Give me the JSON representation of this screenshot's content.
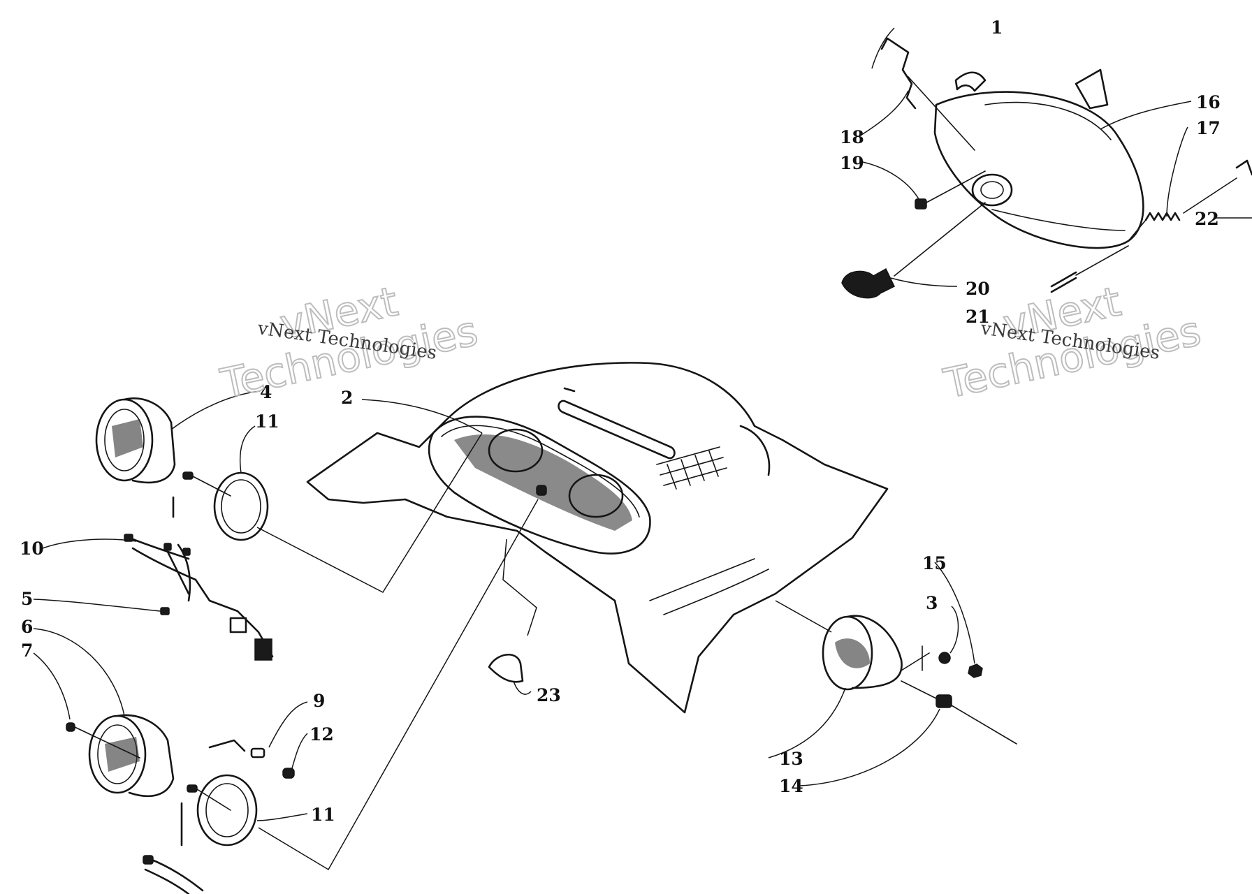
{
  "part_labels": [
    "1",
    "2",
    "3",
    "4",
    "5",
    "6",
    "7",
    "9",
    "10",
    "11",
    "11",
    "12",
    "13",
    "14",
    "15",
    "16",
    "17",
    "18",
    "19",
    "20",
    "21",
    "22",
    "23"
  ],
  "watermark": {
    "line_large_1": "vNext",
    "line_large_2": "Technologies",
    "line_small": "vNext Technologies"
  },
  "colors": {
    "ink": "#151515",
    "watermark": "#bdbdbd",
    "background": "#ffffff"
  }
}
